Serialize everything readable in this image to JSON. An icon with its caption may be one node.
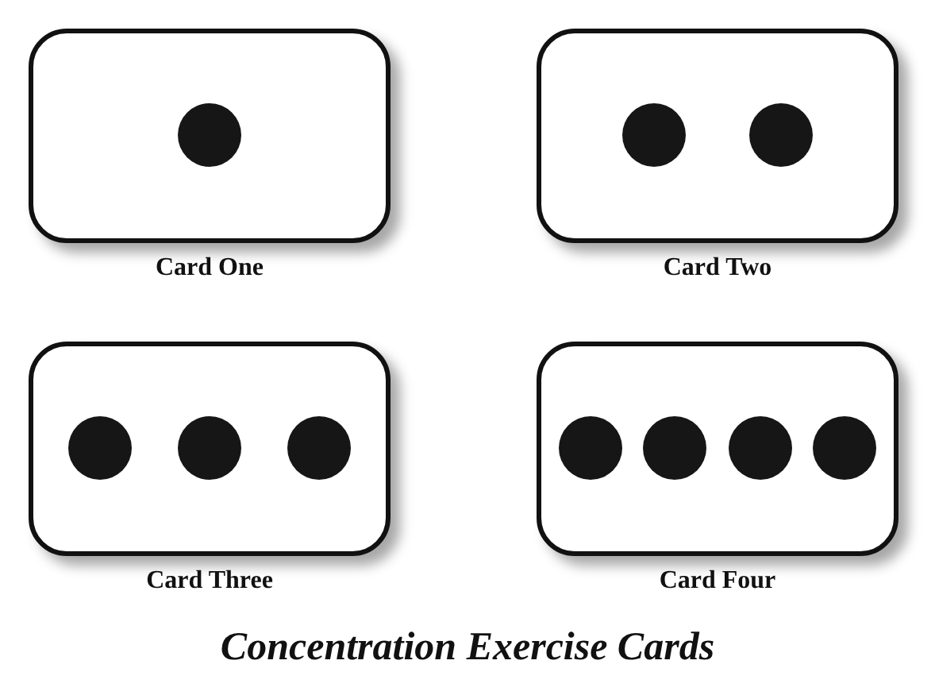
{
  "diagram": {
    "caption": "Concentration Exercise Cards",
    "nodes": [
      {
        "text": [
          "Card One"
        ]
      },
      {
        "text": [],
        "shape": "circle",
        "in": 0
      },
      {
        "text": [
          "Card Two"
        ]
      },
      {
        "text": [],
        "shape": "circle",
        "in": 2
      },
      {
        "text": [],
        "shape": "circle",
        "in": 2
      },
      {
        "text": [
          "Card Three"
        ]
      },
      {
        "text": [],
        "shape": "circle",
        "in": 5
      },
      {
        "text": [],
        "shape": "circle",
        "in": 5
      },
      {
        "text": [],
        "shape": "circle",
        "in": 5
      },
      {
        "text": [
          "Card Four"
        ]
      },
      {
        "text": [],
        "shape": "circle",
        "in": 9
      },
      {
        "text": [],
        "shape": "circle",
        "in": 9
      },
      {
        "text": [],
        "shape": "circle",
        "in": 9
      },
      {
        "text": [],
        "shape": "circle",
        "in": 9
      }
    ],
    "edges": []
  }
}
